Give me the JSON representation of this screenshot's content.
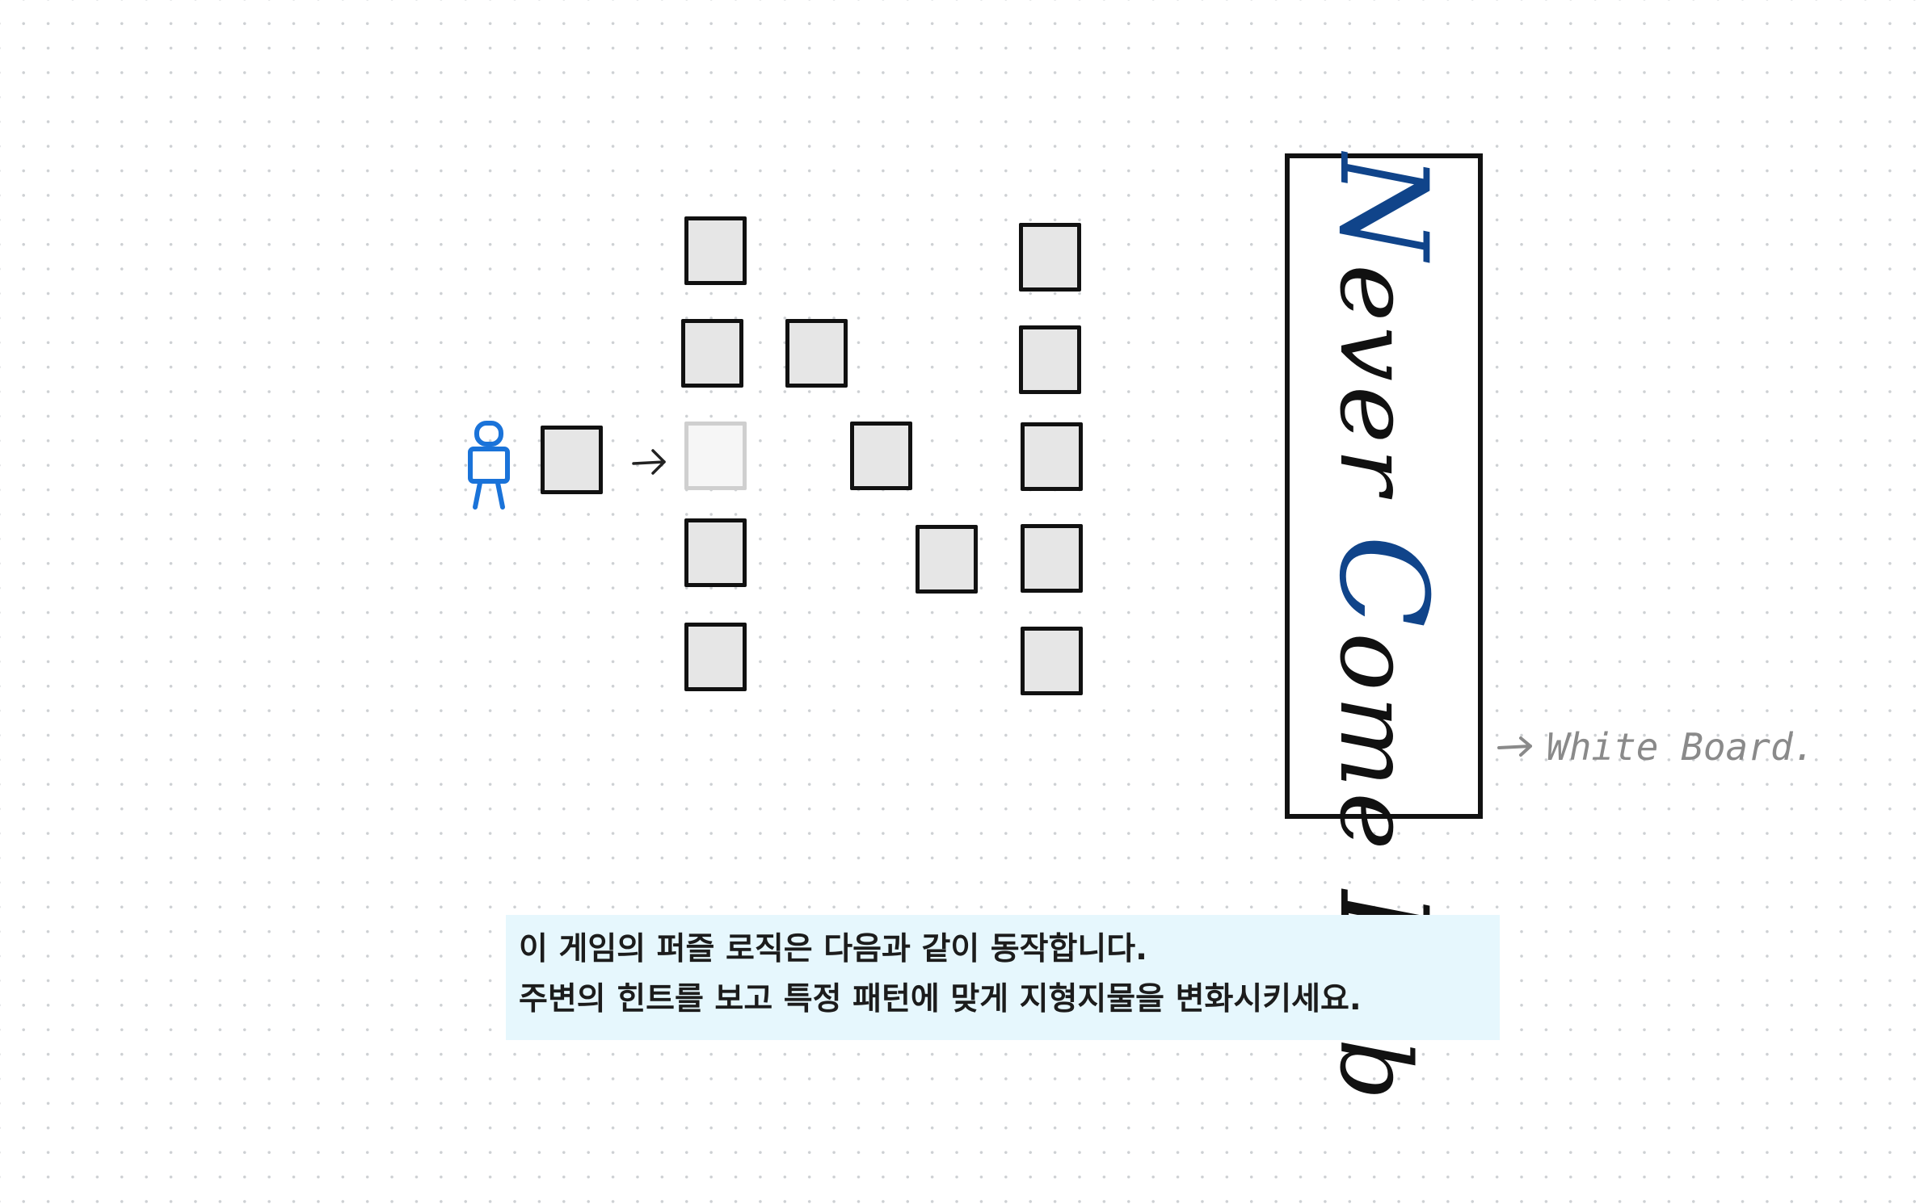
{
  "sign": {
    "word1_cap": "N",
    "word1_rest": "ever",
    "word2_cap": "C",
    "word2_rest": "ome",
    "word3_cap": "L",
    "word3_rest": "ab"
  },
  "annotation": {
    "label": "White Board."
  },
  "note": {
    "line1": "이 게임의 퍼즐 로직은 다음과 같이 동작합니다.",
    "line2": "주변의 힌트를 보고 특정 패턴에 맞게 지형지물을 변화시키세요."
  },
  "colors": {
    "tile_fill": "#e6e6e6",
    "tile_border": "#111111",
    "ghost_tile_fill": "#f6f6f6",
    "ghost_tile_border": "#cfcfcf",
    "player": "#1a73d9",
    "sign_accent": "#10448a",
    "note_background": "#e6f7fd",
    "annotation_text": "#8a8a8a"
  },
  "icons": {
    "player": "stick-figure-icon",
    "hint_arrow": "arrow-right-icon",
    "annotation_arrow": "arrow-right-icon"
  }
}
